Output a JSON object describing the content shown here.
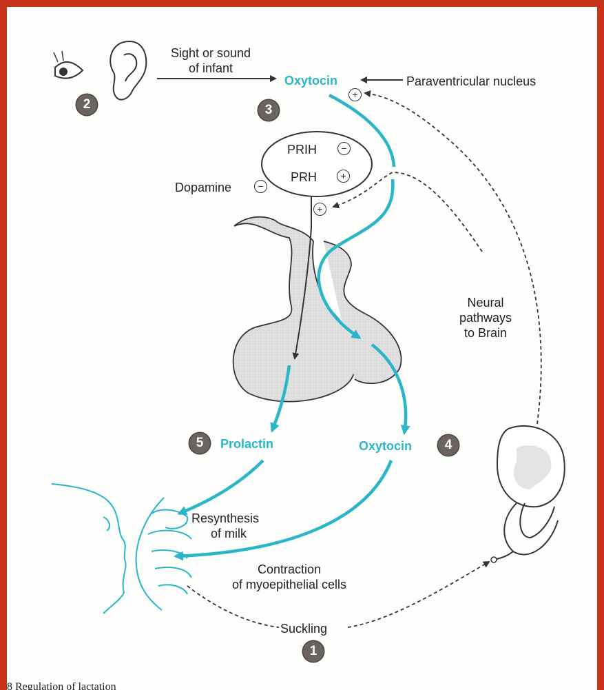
{
  "labels": {
    "sight_line1": "Sight or sound",
    "sight_line2": "of infant",
    "oxytocin_top": "Oxytocin",
    "paraventricular": "Paraventricular nucleus",
    "prih": "PRIH",
    "prh": "PRH",
    "dopamine": "Dopamine",
    "neural_line1": "Neural",
    "neural_line2": "pathways",
    "neural_line3": "to Brain",
    "prolactin": "Prolactin",
    "oxytocin_bottom": "Oxytocin",
    "resynthesis_line1": "Resynthesis",
    "resynthesis_line2": "of milk",
    "contraction_line1": "Contraction",
    "contraction_line2": "of myoepithelial cells",
    "suckling": "Suckling",
    "caption_partial": "8   Regulation of lactation"
  },
  "badges": {
    "b1": "1",
    "b2": "2",
    "b3": "3",
    "b4": "4",
    "b5": "5"
  },
  "signs": {
    "plus": "+",
    "minus": "−"
  },
  "colors": {
    "teal": "#29b6c9",
    "frame": "#c8341a",
    "badge": "#6b645e",
    "gland_fill": "#dcdcdc"
  }
}
